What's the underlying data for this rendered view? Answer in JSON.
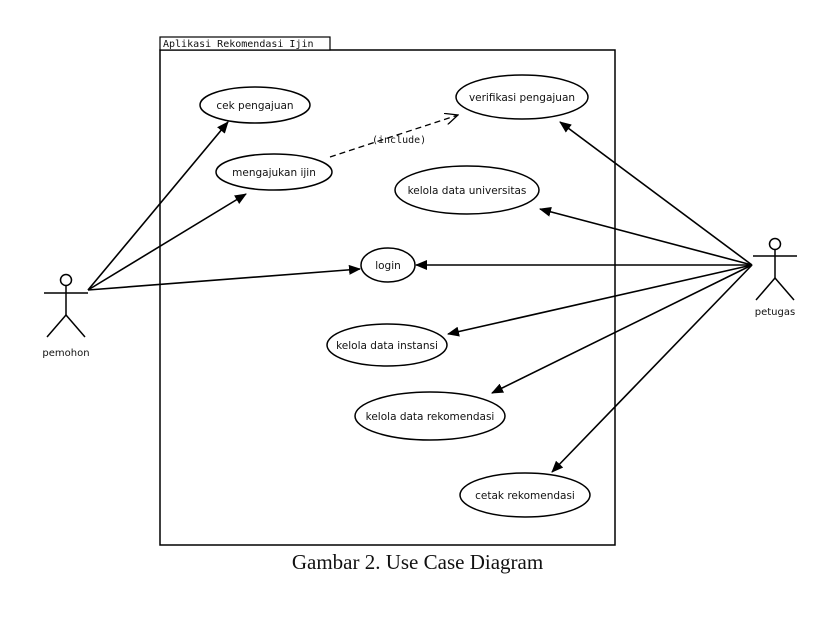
{
  "system": {
    "title": "Aplikasi Rekomendasi Ijin"
  },
  "actors": [
    {
      "id": "pemohon",
      "label": "pemohon"
    },
    {
      "id": "petugas",
      "label": "petugas"
    }
  ],
  "use_cases": [
    {
      "id": "cek",
      "label": "cek pengajuan"
    },
    {
      "id": "mengajukan",
      "label": "mengajukan ijin"
    },
    {
      "id": "verifikasi",
      "label": "verifikasi pengajuan"
    },
    {
      "id": "universitas",
      "label": "kelola data universitas"
    },
    {
      "id": "login",
      "label": "login"
    },
    {
      "id": "instansi",
      "label": "kelola data instansi"
    },
    {
      "id": "rekomendasi",
      "label": "kelola data rekomendasi"
    },
    {
      "id": "cetak",
      "label": "cetak rekomendasi"
    }
  ],
  "associations": [
    {
      "from": "pemohon",
      "to": "cek"
    },
    {
      "from": "pemohon",
      "to": "mengajukan"
    },
    {
      "from": "pemohon",
      "to": "login"
    },
    {
      "from": "petugas",
      "to": "verifikasi"
    },
    {
      "from": "petugas",
      "to": "universitas"
    },
    {
      "from": "petugas",
      "to": "login"
    },
    {
      "from": "petugas",
      "to": "instansi"
    },
    {
      "from": "petugas",
      "to": "rekomendasi"
    },
    {
      "from": "petugas",
      "to": "cetak"
    }
  ],
  "includes": [
    {
      "from": "mengajukan",
      "to": "verifikasi",
      "label": "(include)"
    }
  ],
  "caption": "Gambar 2. Use Case Diagram"
}
